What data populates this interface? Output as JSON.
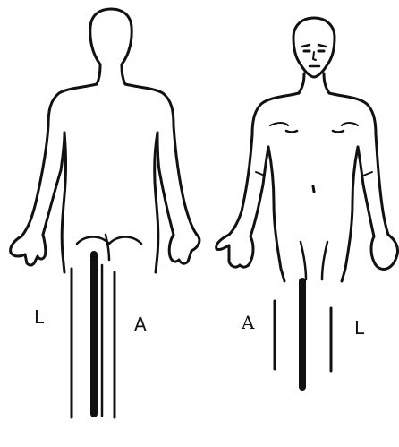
{
  "figures": {
    "back": {
      "left_label": "L",
      "right_label": "A"
    },
    "front": {
      "left_label": "A",
      "right_label": "L"
    }
  },
  "colors": {
    "ink": "#111111",
    "background": "#ffffff"
  }
}
